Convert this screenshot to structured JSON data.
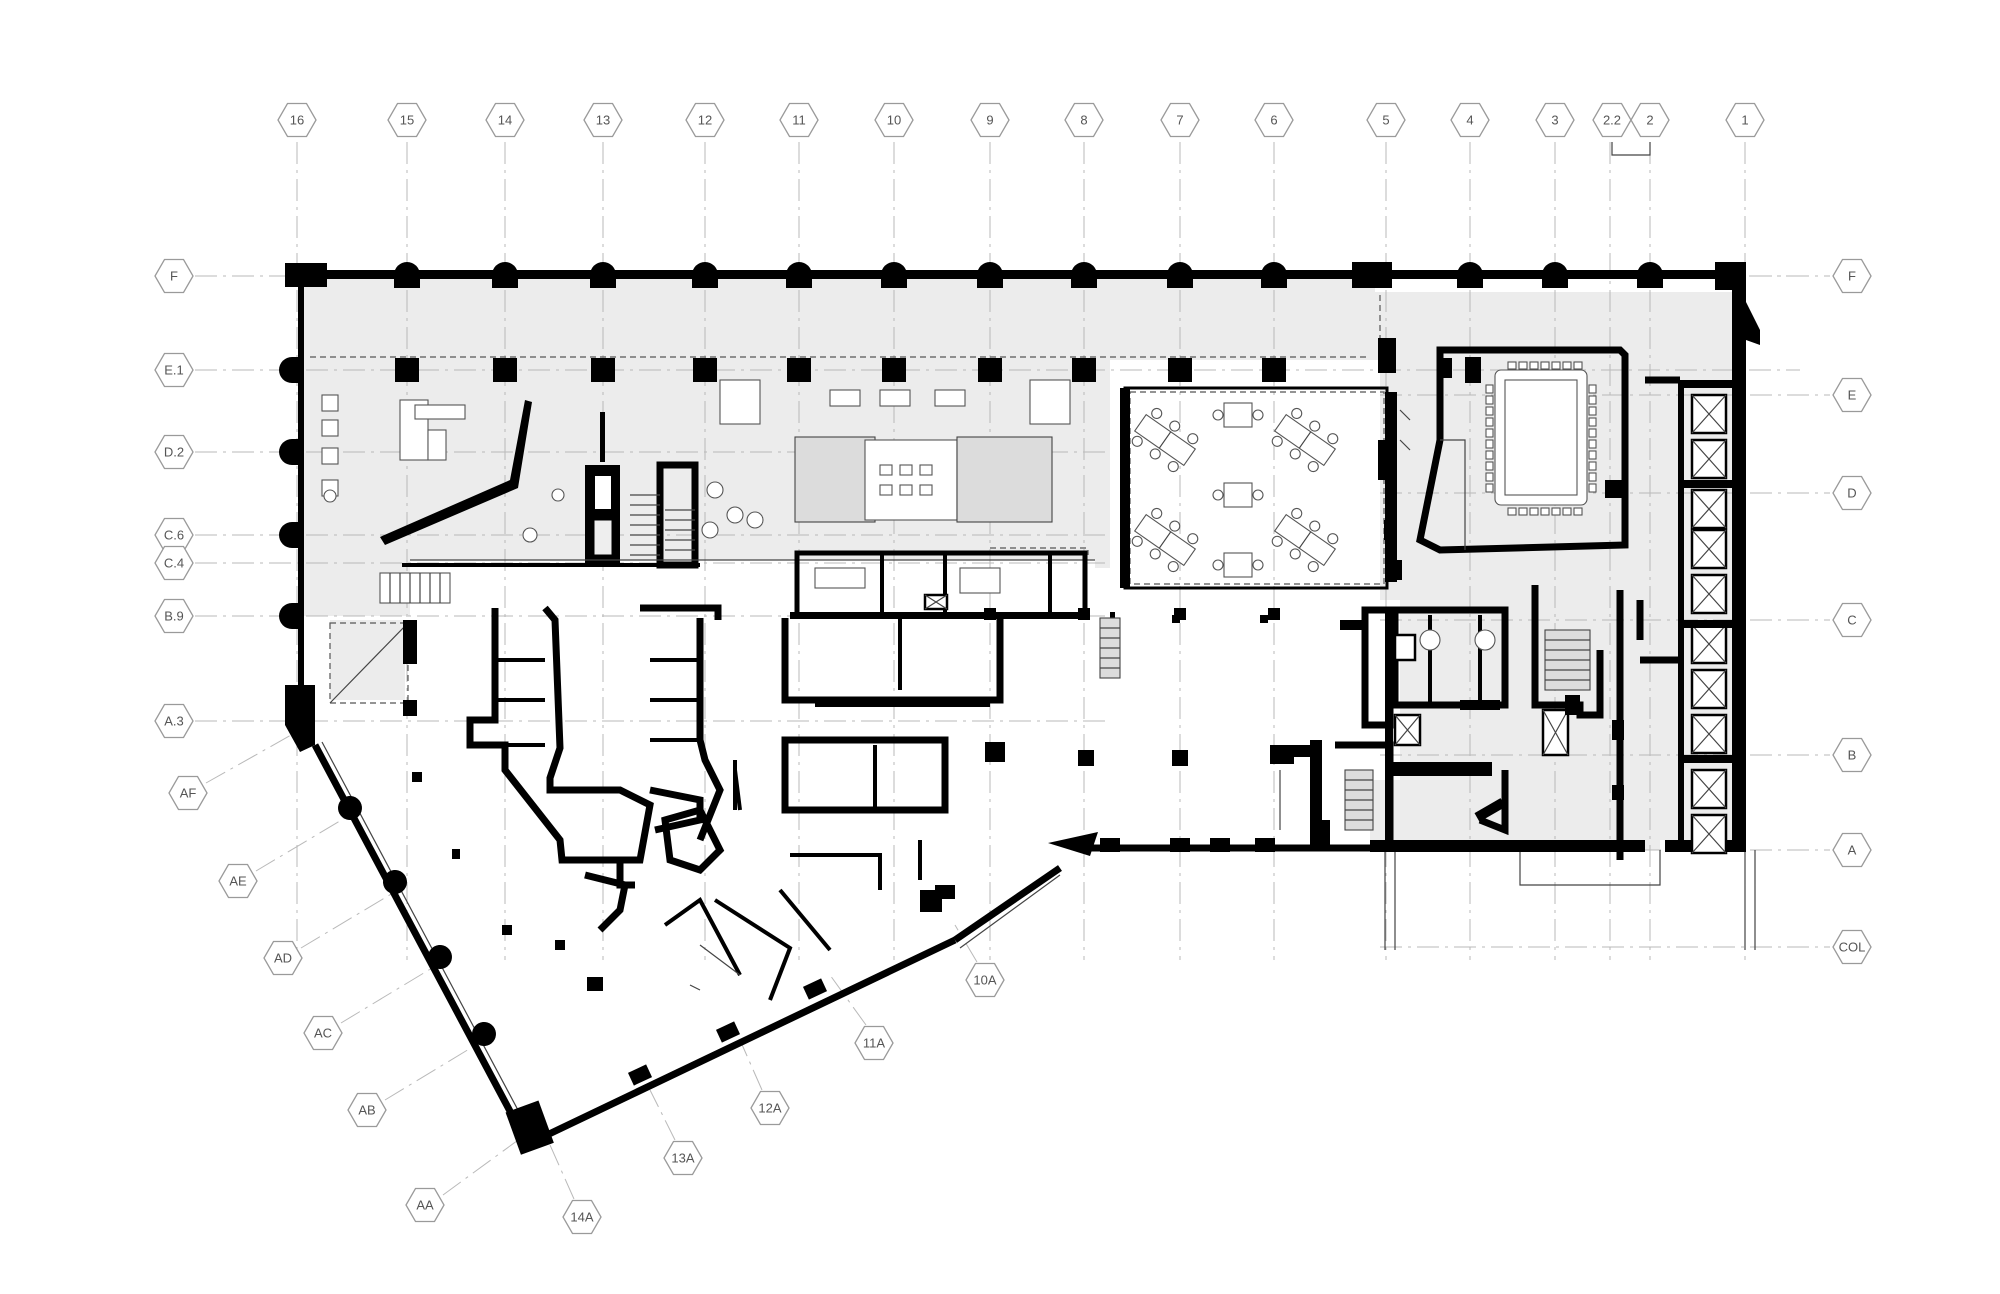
{
  "grid": {
    "columns": [
      {
        "label": "16"
      },
      {
        "label": "15"
      },
      {
        "label": "14"
      },
      {
        "label": "13"
      },
      {
        "label": "12"
      },
      {
        "label": "11"
      },
      {
        "label": "10"
      },
      {
        "label": "9"
      },
      {
        "label": "8"
      },
      {
        "label": "7"
      },
      {
        "label": "6"
      },
      {
        "label": "5"
      },
      {
        "label": "4"
      },
      {
        "label": "3"
      },
      {
        "label": "2.2"
      },
      {
        "label": "2"
      },
      {
        "label": "1"
      }
    ],
    "rows_left": [
      {
        "label": "F"
      },
      {
        "label": "E.1"
      },
      {
        "label": "D.2"
      },
      {
        "label": "C.6"
      },
      {
        "label": "C.4"
      },
      {
        "label": "B.9"
      },
      {
        "label": "A.3"
      }
    ],
    "rows_right": [
      {
        "label": "F"
      },
      {
        "label": "E"
      },
      {
        "label": "D"
      },
      {
        "label": "C"
      },
      {
        "label": "B"
      },
      {
        "label": "A"
      },
      {
        "label": "COL"
      }
    ],
    "angled_rows": [
      {
        "label": "AF"
      },
      {
        "label": "AE"
      },
      {
        "label": "AD"
      },
      {
        "label": "AC"
      },
      {
        "label": "AB"
      },
      {
        "label": "AA"
      }
    ],
    "angled_columns": [
      {
        "label": "10A"
      },
      {
        "label": "11A"
      },
      {
        "label": "12A"
      },
      {
        "label": "13A"
      },
      {
        "label": "14A"
      }
    ]
  },
  "colors": {
    "wall": "#000000",
    "shaded_zone": "#ececec",
    "grid_line": "#b9b9b9",
    "bubble_stroke": "#9a9a9a",
    "label_text": "#555555"
  }
}
